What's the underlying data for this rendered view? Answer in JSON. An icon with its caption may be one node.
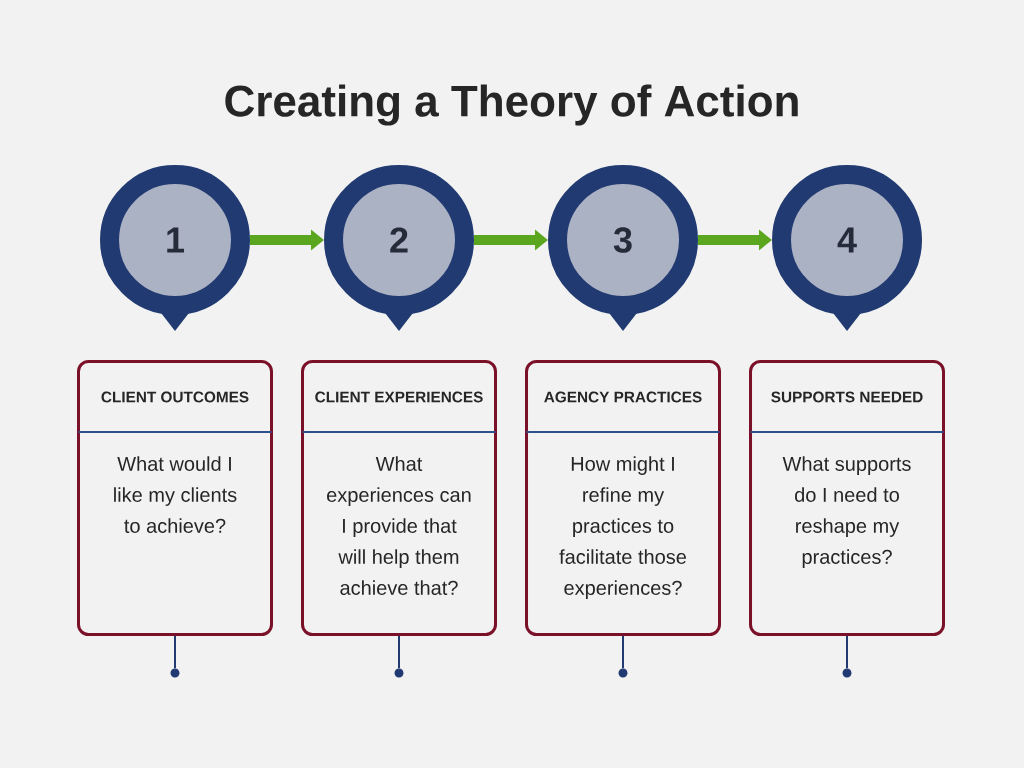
{
  "diagram": {
    "title": "Creating a Theory of Action",
    "nodes": [
      {
        "text": [
          "1"
        ]
      },
      {
        "text": [
          "2"
        ]
      },
      {
        "text": [
          "3"
        ]
      },
      {
        "text": [
          "4"
        ]
      },
      {
        "text": [
          "CLIENT OUTCOMES",
          "What would I like my clients to achieve?"
        ]
      },
      {
        "text": [
          "CLIENT EXPERIENCES",
          "What experiences can I provide that will help them achieve that?"
        ]
      },
      {
        "text": [
          "AGENCY PRACTICES",
          "How might I refine my practices to facilitate those experiences?"
        ]
      },
      {
        "text": [
          "SUPPORTS NEEDED",
          "What supports do I need to reshape my practices?"
        ]
      },
      {
        "text": [],
        "shape": "circle"
      },
      {
        "text": [],
        "shape": "circle"
      },
      {
        "text": [],
        "shape": "circle"
      },
      {
        "text": [],
        "shape": "circle"
      }
    ],
    "edges": [
      {
        "from": 0,
        "to": 1,
        "arrow": "to",
        "style": "thick",
        "color": "#5aa61f"
      },
      {
        "from": 1,
        "to": 2,
        "arrow": "to",
        "style": "thick",
        "color": "#5aa61f"
      },
      {
        "from": 2,
        "to": 3,
        "arrow": "to",
        "style": "thick",
        "color": "#5aa61f"
      },
      {
        "from": 4,
        "to": 8,
        "arrow": "none"
      },
      {
        "from": 5,
        "to": 9,
        "arrow": "none"
      },
      {
        "from": 6,
        "to": 10,
        "arrow": "none"
      },
      {
        "from": 7,
        "to": 11,
        "arrow": "none"
      }
    ]
  }
}
